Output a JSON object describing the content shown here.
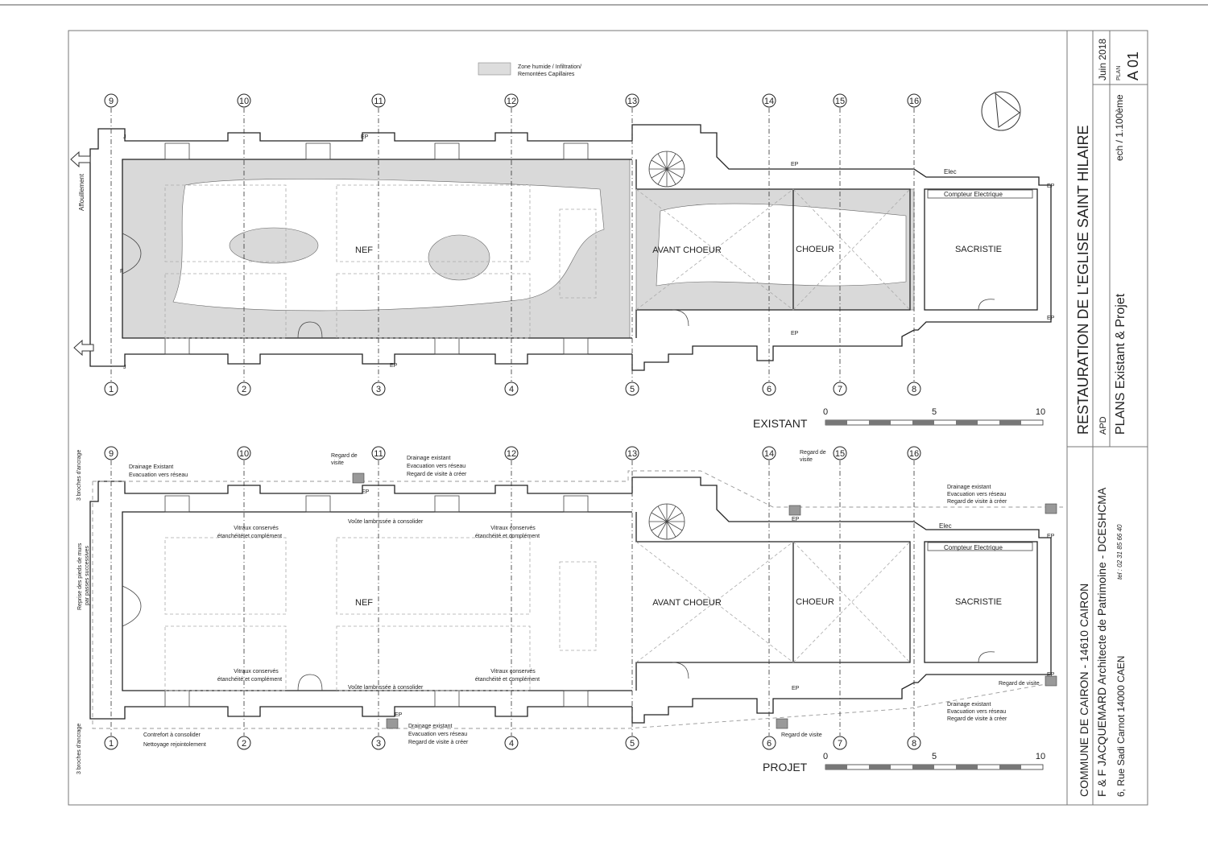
{
  "legend": {
    "line1": "Zone humide / Infiltration/",
    "line2": "Remontées Capillaires"
  },
  "title_block": {
    "project_title": "RESTAURATION DE L'EGLISE SAINT HILAIRE",
    "client": "COMMUNE DE CAIRON - 14610 CAIRON",
    "phase": "APD",
    "architect": "F & F JACQUEMARD Architecte de Patrimoine - DCESHCMA",
    "sheet_title": "PLANS  Existant & Projet",
    "address": "6, Rue Sadi Carnot 14000 CAEN",
    "tel": "tel : 02 31 85 66 40",
    "scale": "ech / 1.100ème",
    "date": "Juin 2018",
    "plan_label": "PLAN",
    "plan_number": "A 01"
  },
  "grid": {
    "top": [
      "9",
      "10",
      "11",
      "12",
      "13",
      "14",
      "15",
      "16"
    ],
    "bottom": [
      "1",
      "2",
      "3",
      "4",
      "5",
      "6",
      "7",
      "8"
    ]
  },
  "rooms": {
    "nef": "NEF",
    "avant_choeur": "AVANT CHOEUR",
    "choeur": "CHOEUR",
    "sacristie": "SACRISTIE"
  },
  "existant": {
    "title": "EXISTANT",
    "affouillement": "Affouillement",
    "compteur": "Compteur Electrique",
    "elec": "Elec",
    "ep": "EP",
    "j": "J",
    "f": "F"
  },
  "projet": {
    "title": "PROJET",
    "broches_top": "3 broches d'ancrage",
    "broches_bottom": "3 broches d'ancrage",
    "reprise_1": "Reprise des pieds de murs",
    "reprise_2": "par passes successives",
    "drainage_existant_1": "Drainage Existant",
    "drainage_existant_2": "Evacuation vers réseau",
    "regard_1": "Regard de",
    "regard_2": "visite",
    "drainage_a": [
      "Drainage existant",
      "Evacuation vers réseau",
      "Regard de visite à créer"
    ],
    "vitraux_1": "Vitraux conservés",
    "vitraux_2": "étanchéité et complément",
    "voute": "Voûte lambrissée à consolider",
    "contrefort": "Contrefort à consolider",
    "nettoyage": "Nettoyage rejointolement",
    "regard_visite": "Regard de visite",
    "compteur": "Compteur Electrique",
    "elec": "Elec",
    "ep": "EP"
  },
  "scale_bar": {
    "labels": [
      "0",
      "5",
      "10"
    ]
  }
}
